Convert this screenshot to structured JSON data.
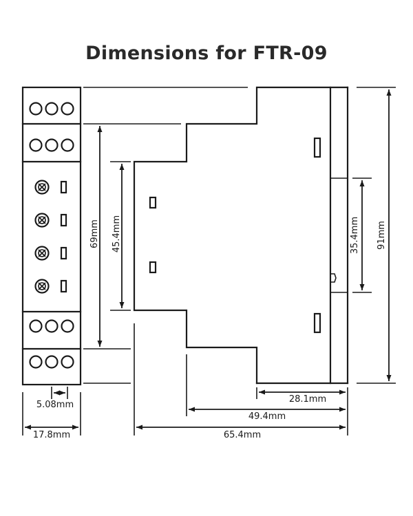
{
  "title": "Dimensions for FTR-09",
  "dimensions": {
    "total_height": "91mm",
    "front_height": "69mm",
    "inner_height": "45.4mm",
    "rail_width": "35.4mm",
    "depth_back": "28.1mm",
    "depth_mid": "49.4mm",
    "depth_total": "65.4mm",
    "terminal_pitch": "5.08mm",
    "module_width": "17.8mm"
  },
  "colors": {
    "line": "#1a1a1a",
    "text": "#2a2a2a",
    "background": "#ffffff"
  }
}
